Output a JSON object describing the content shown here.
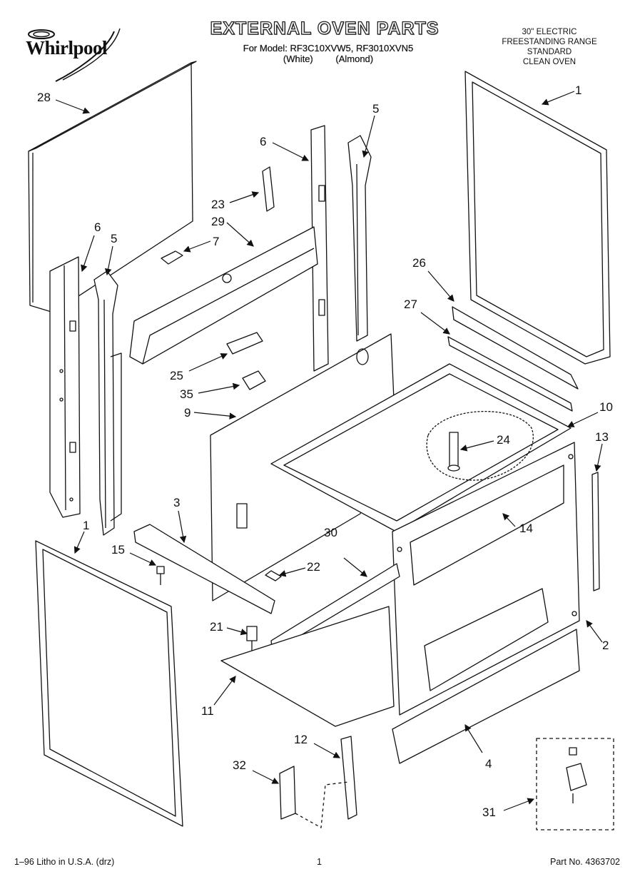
{
  "brand": "Whirlpool",
  "title": "EXTERNAL OVEN PARTS",
  "models": {
    "prefix": "For Model:",
    "list": "RF3C10XVW5, RF3010XVN5",
    "color_white": "(White)",
    "color_almond": "(Almond)"
  },
  "description": [
    "30\" ELECTRIC",
    "FREESTANDING RANGE",
    "STANDARD",
    "CLEAN OVEN"
  ],
  "footer": {
    "left": "1–96 Litho in U.S.A. (drz)",
    "center": "1",
    "right": "Part No. 4363702"
  },
  "callouts": {
    "c28": "28",
    "c6a": "6",
    "c5a": "5",
    "c1a": "1",
    "c23": "23",
    "c29": "29",
    "c7": "7",
    "c6b": "6",
    "c5b": "5",
    "c26": "26",
    "c27": "27",
    "c25": "25",
    "c35": "35",
    "c9": "9",
    "c10": "10",
    "c24": "24",
    "c13": "13",
    "c3": "3",
    "c1b": "1",
    "c15": "15",
    "c30": "30",
    "c22": "22",
    "c14": "14",
    "c21": "21",
    "c2": "2",
    "c11": "11",
    "c12": "12",
    "c32": "32",
    "c4": "4",
    "c31": "31"
  }
}
